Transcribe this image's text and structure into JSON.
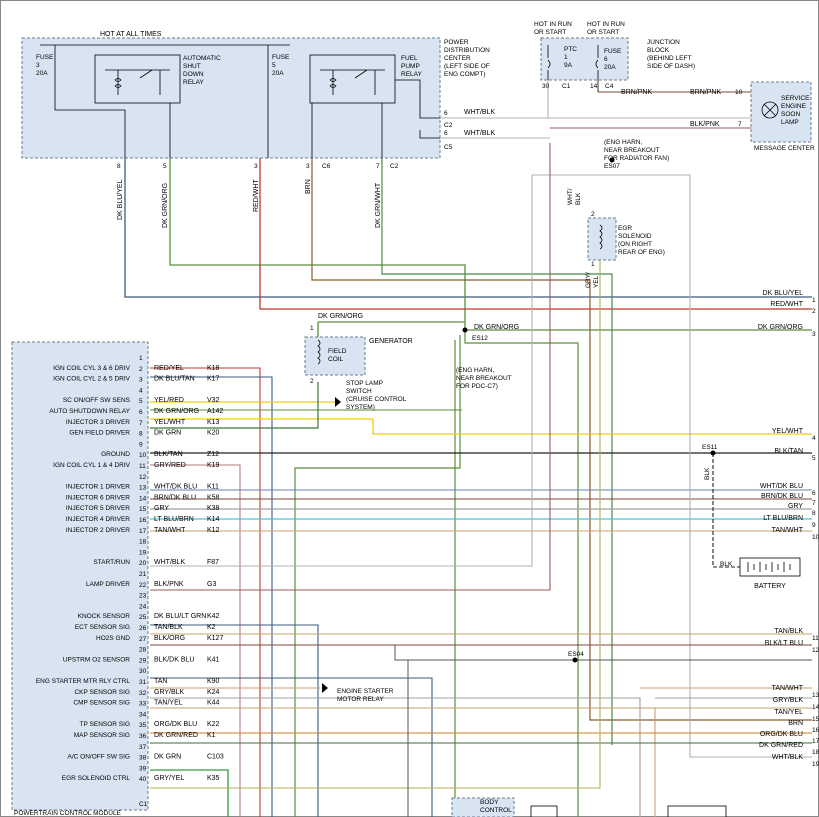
{
  "top": {
    "hot_at_all_times": "HOT AT ALL TIMES",
    "fuse3": [
      "FUSE",
      "3",
      "20A"
    ],
    "fuse5": [
      "FUSE",
      "5",
      "20A"
    ],
    "asd_relay": [
      "AUTOMATIC",
      "SHUT",
      "DOWN",
      "RELAY"
    ],
    "fuel_pump_relay": [
      "FUEL",
      "PUMP",
      "RELAY"
    ],
    "pdc": [
      "POWER",
      "DISTRIBUTION",
      "CENTER",
      "(LEFT SIDE OF",
      "ENG COMPT)"
    ],
    "pdc_pins": [
      "8",
      "C2",
      "C6",
      "6",
      "C5"
    ],
    "pdc_wires": [
      "WHT/BLK",
      "WHT/BLK"
    ],
    "hot_run_1": [
      "HOT IN RUN",
      "OR START"
    ],
    "hot_run_2": [
      "HOT IN RUN",
      "OR START"
    ],
    "ptc": [
      "PTC",
      "1",
      "9A"
    ],
    "fuse6": [
      "FUSE",
      "6",
      "20A"
    ],
    "junction_block": [
      "JUNCTION",
      "BLOCK",
      "(BEHIND LEFT",
      "SIDE OF DASH)"
    ],
    "jb_pins": [
      "30",
      "C1",
      "14",
      "C4"
    ],
    "brn_pnk": [
      "BRN/PNK",
      "BRN/PNK"
    ],
    "blk_pnk": "BLK/PNK",
    "msg_pins": [
      "10",
      "7"
    ],
    "service_lamp": [
      "SERVICE",
      "ENGINE",
      "SOON",
      "LAMP"
    ],
    "message_center": "MESSAGE CENTER",
    "eng_harn_rad": [
      "(ENG HARN,",
      "NEAR BREAKOUT",
      "FOR RADIATOR FAN)"
    ],
    "es07": "ES07"
  },
  "pdc_bottom": {
    "pins": [
      "8",
      "5",
      "3",
      "7",
      "C6",
      "C2"
    ],
    "pin_c": "C2",
    "wires": [
      "DK BLU/YEL",
      "DK GRN/ORG",
      "RED/WHT",
      "BRN",
      "DK GRN/WHT"
    ]
  },
  "egr": {
    "wire_top": [
      "WHT/",
      "BLK"
    ],
    "pins": [
      "2",
      "1"
    ],
    "label": [
      "EGR",
      "SOLENOID",
      "(ON RIGHT",
      "REAR OF ENG)"
    ],
    "wire_bottom": [
      "GRY/",
      "YEL"
    ]
  },
  "right_rows": [
    {
      "label": "DK BLU/YEL",
      "num": "1"
    },
    {
      "label": "RED/WHT",
      "num": "2"
    },
    {
      "label": "DK GRN/ORG",
      "num": "3"
    },
    {
      "label": "YEL/WHT",
      "num": "4"
    },
    {
      "label": "BLK/TAN",
      "num": "5"
    },
    {
      "label": "WHT/DK BLU",
      "num": "6"
    },
    {
      "label": "BRN/DK BLU",
      "num": "7"
    },
    {
      "label": "GRY",
      "num": "8"
    },
    {
      "label": "LT BLU/BRN",
      "num": "9"
    },
    {
      "label": "TAN/WHT",
      "num": "10"
    },
    {
      "label": "TAN/BLK",
      "num": "11"
    },
    {
      "label": "BLK/LT BLU",
      "num": "12"
    },
    {
      "label": "TAN/WHT",
      "num": "13"
    },
    {
      "label": "GRY/BLK",
      "num": "14"
    },
    {
      "label": "TAN/YEL",
      "num": "15"
    },
    {
      "label": "BRN",
      "num": "16"
    },
    {
      "label": "ORG/DK BLU",
      "num": "17"
    },
    {
      "label": "DK GRN/RED",
      "num": "18"
    },
    {
      "label": "WHT/BLK",
      "num": "19"
    }
  ],
  "generator": {
    "wire": "DK GRN/ORG",
    "pins": [
      "1",
      "2"
    ],
    "coil": [
      "FIELD",
      "COIL"
    ],
    "label": "GENERATOR",
    "es12": "ES12",
    "wire2": "DK GRN/ORG",
    "eng_harn": [
      "(ENG HARN,",
      "NEAR BREAKOUT",
      "FOR PDC-C7)"
    ]
  },
  "stop_lamp": [
    "STOP LAMP",
    "SWITCH",
    "(CRUISE CONTROL",
    "SYSTEM)"
  ],
  "starter_relay": [
    "ENGINE STARTER",
    "MOTOR RELAY"
  ],
  "es11": "ES11",
  "battery": {
    "wire": "BLK",
    "wire2": "BLK",
    "label": "BATTERY"
  },
  "es04": "ES04",
  "body_control": [
    "BODY",
    "CONTROL"
  ],
  "pcm": {
    "title": "POWERTRAIN CONTROL MODULE",
    "c1": "C1",
    "labels": [
      {
        "pin": 2,
        "text": "IGN COIL CYL 3 & 6 DRIV"
      },
      {
        "pin": 3,
        "text": "IGN COIL CYL 2 & 5 DRIV"
      },
      {
        "pin": 5,
        "text": "SC ON/OFF SW SENS"
      },
      {
        "pin": 6,
        "text": "AUTO SHUTDOWN RELAY"
      },
      {
        "pin": 7,
        "text": "INJECTOR 3 DRIVER"
      },
      {
        "pin": 8,
        "text": "GEN FIELD DRIVER"
      },
      {
        "pin": 10,
        "text": "GROUND"
      },
      {
        "pin": 11,
        "text": "IGN COIL CYL 1 & 4 DRIV"
      },
      {
        "pin": 13,
        "text": "INJECTOR 1 DRIVER"
      },
      {
        "pin": 14,
        "text": "INJECTOR 6 DRIVER"
      },
      {
        "pin": 15,
        "text": "INJECTOR 5 DRIVER"
      },
      {
        "pin": 16,
        "text": "INJECTOR 4 DRIVER"
      },
      {
        "pin": 17,
        "text": "INJECTOR 2 DRIVER"
      },
      {
        "pin": 20,
        "text": "START/RUN"
      },
      {
        "pin": 22,
        "text": "LAMP DRIVER"
      },
      {
        "pin": 25,
        "text": "KNOCK SENSOR"
      },
      {
        "pin": 26,
        "text": "ECT SENSOR SIG"
      },
      {
        "pin": 27,
        "text": "HO2S GND"
      },
      {
        "pin": 29,
        "text": "UPSTRM O2 SENSOR"
      },
      {
        "pin": 31,
        "text": "ENG STARTER MTR RLY CTRL"
      },
      {
        "pin": 32,
        "text": "CKP SENSOR SIG"
      },
      {
        "pin": 33,
        "text": "CMP SENSOR SIG"
      },
      {
        "pin": 35,
        "text": "TP SENSOR SIG"
      },
      {
        "pin": 36,
        "text": "MAP SENSOR SIG"
      },
      {
        "pin": 38,
        "text": "A/C ON/OFF SW SIG"
      },
      {
        "pin": 40,
        "text": "EGR SOLENOID CTRL"
      }
    ],
    "pins": [
      {
        "n": "1",
        "wire": "",
        "code": ""
      },
      {
        "n": "2",
        "wire": "RED/YEL",
        "code": "K18"
      },
      {
        "n": "3",
        "wire": "DK BLU/TAN",
        "code": "K17"
      },
      {
        "n": "4",
        "wire": "",
        "code": ""
      },
      {
        "n": "5",
        "wire": "YEL/RED",
        "code": "V32"
      },
      {
        "n": "6",
        "wire": "DK GRN/ORG",
        "code": "A142"
      },
      {
        "n": "7",
        "wire": "YEL/WHT",
        "code": "K13"
      },
      {
        "n": "8",
        "wire": "DK GRN",
        "code": "K20"
      },
      {
        "n": "9",
        "wire": "",
        "code": ""
      },
      {
        "n": "10",
        "wire": "BLK/TAN",
        "code": "Z12"
      },
      {
        "n": "11",
        "wire": "GRY/RED",
        "code": "K19"
      },
      {
        "n": "12",
        "wire": "",
        "code": ""
      },
      {
        "n": "13",
        "wire": "WHT/DK BLU",
        "code": "K11"
      },
      {
        "n": "14",
        "wire": "BRN/DK BLU",
        "code": "K58"
      },
      {
        "n": "15",
        "wire": "GRY",
        "code": "K38"
      },
      {
        "n": "16",
        "wire": "LT BLU/BRN",
        "code": "K14"
      },
      {
        "n": "17",
        "wire": "TAN/WHT",
        "code": "K12"
      },
      {
        "n": "18",
        "wire": "",
        "code": ""
      },
      {
        "n": "19",
        "wire": "",
        "code": ""
      },
      {
        "n": "20",
        "wire": "WHT/BLK",
        "code": "F87"
      },
      {
        "n": "21",
        "wire": "",
        "code": ""
      },
      {
        "n": "22",
        "wire": "BLK/PNK",
        "code": "G3"
      },
      {
        "n": "23",
        "wire": "",
        "code": ""
      },
      {
        "n": "24",
        "wire": "",
        "code": ""
      },
      {
        "n": "25",
        "wire": "DK BLU/LT GRN",
        "code": "K42"
      },
      {
        "n": "26",
        "wire": "TAN/BLK",
        "code": "K2"
      },
      {
        "n": "27",
        "wire": "BLK/ORG",
        "code": "K127"
      },
      {
        "n": "28",
        "wire": "",
        "code": ""
      },
      {
        "n": "29",
        "wire": "BLK/DK BLU",
        "code": "K41"
      },
      {
        "n": "30",
        "wire": "",
        "code": ""
      },
      {
        "n": "31",
        "wire": "TAN",
        "code": "K90"
      },
      {
        "n": "32",
        "wire": "GRY/BLK",
        "code": "K24"
      },
      {
        "n": "33",
        "wire": "TAN/YEL",
        "code": "K44"
      },
      {
        "n": "34",
        "wire": "",
        "code": ""
      },
      {
        "n": "35",
        "wire": "ORG/DK BLU",
        "code": "K22"
      },
      {
        "n": "36",
        "wire": "DK GRN/RED",
        "code": "K1"
      },
      {
        "n": "37",
        "wire": "",
        "code": ""
      },
      {
        "n": "38",
        "wire": "DK GRN",
        "code": "C103"
      },
      {
        "n": "39",
        "wire": "",
        "code": ""
      },
      {
        "n": "40",
        "wire": "GRY/YEL",
        "code": "K35"
      }
    ]
  },
  "colors": {
    "dk_blu_yel": "#3d5a80",
    "dk_grn_org": "#5a8f3a",
    "red_wht": "#c0392b",
    "brn": "#8b5a2b",
    "dk_grn_wht": "#4a8a4a",
    "yel": "#f0d000",
    "gray": "#a0a0a0",
    "tan": "#c9a36b",
    "blk": "#222222",
    "lt_blu": "#4ac6d8",
    "pnk": "#9a5a5a",
    "org": "#d08020",
    "box_fill": "#d8e4f2"
  }
}
